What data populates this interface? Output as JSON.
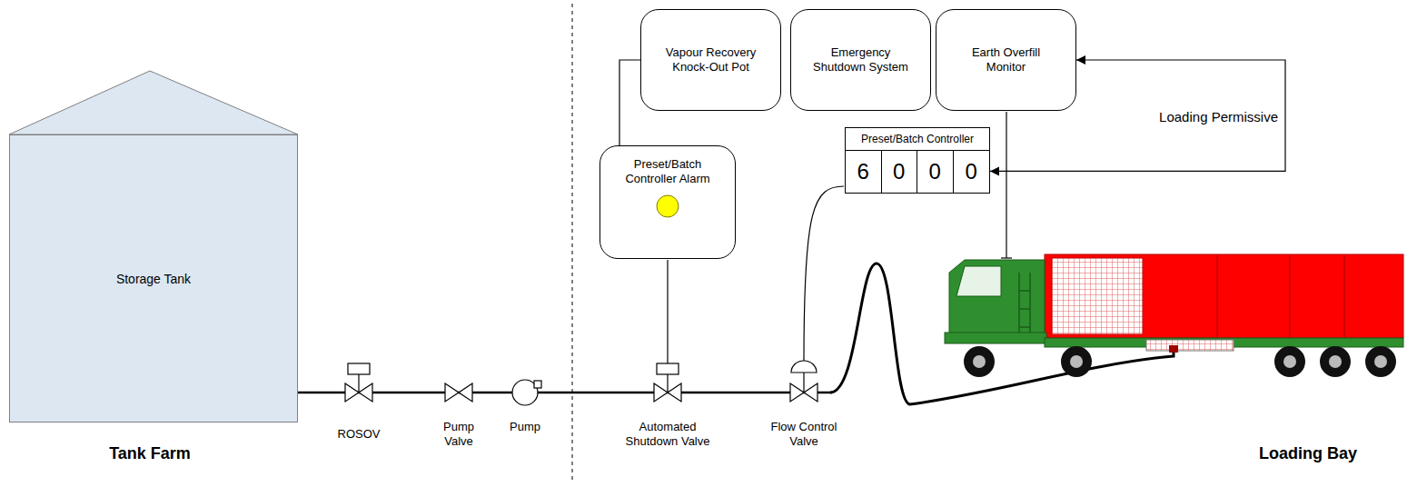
{
  "diagram": {
    "nodes": [
      {
        "text": [
          "Storage Tank"
        ]
      },
      {
        "text": [
          "Vapour Recovery Knock-Out Pot"
        ]
      },
      {
        "text": [
          "Emergency Shutdown System"
        ]
      },
      {
        "text": [
          "Earth Overfill Monitor"
        ]
      },
      {
        "text": [
          "Preset/Batch Controller Alarm"
        ]
      },
      {
        "text": [
          "Preset/Batch Controller",
          "6",
          "0",
          "0",
          "0"
        ]
      }
    ],
    "edges": [
      {
        "from": 4,
        "to": 1,
        "arrow": "none"
      },
      {
        "from": 3,
        "to": 5,
        "arrow": "both",
        "label": "Loading Permissive"
      }
    ],
    "labels": [
      "Tank Farm",
      "ROSOV",
      "Pump Valve",
      "Pump",
      "Automated Shutdown Valve",
      "Flow Control Valve",
      "Loading Bay"
    ]
  }
}
